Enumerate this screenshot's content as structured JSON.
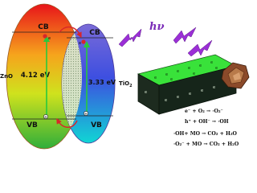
{
  "left_semiconductor": {
    "name": "ZnO",
    "band_gap": "4.12 eV",
    "cb": "CB",
    "vb": "VB"
  },
  "right_semiconductor": {
    "name": "TiO",
    "name_sub": "2",
    "band_gap": "3.33 eV",
    "cb": "CB",
    "vb": "VB"
  },
  "light": {
    "symbol": "hν"
  },
  "carriers": {
    "electron": "e",
    "hole": "h",
    "minus": "−",
    "plus": "+"
  },
  "reactions": [
    {
      "text": "e⁻ + O₂ → ·O₂⁻"
    },
    {
      "text": "h⁺ + OH⁻ → ·OH"
    },
    {
      "text": "·OH+ MO → CO₂ + H₂O"
    },
    {
      "text": "·O₂⁻ + MO → CO₂ + H₂O"
    }
  ],
  "colors": {
    "zno_top": "#e8141a",
    "zno_mid": "#f6a41c",
    "zno_low": "#cfe21d",
    "zno_bottom": "#2fae3a",
    "tio2_top": "#7a6bd8",
    "tio2_mid": "#3d4fe0",
    "tio2_bottom": "#10d6d4",
    "lightning": "#9b2fd6",
    "rod_top": "#39e23a",
    "rod_front": "#1d2b1f",
    "arrow_green": "#28c93c",
    "arrow_red": "#d8262a",
    "particle": "#8b4a2a"
  }
}
